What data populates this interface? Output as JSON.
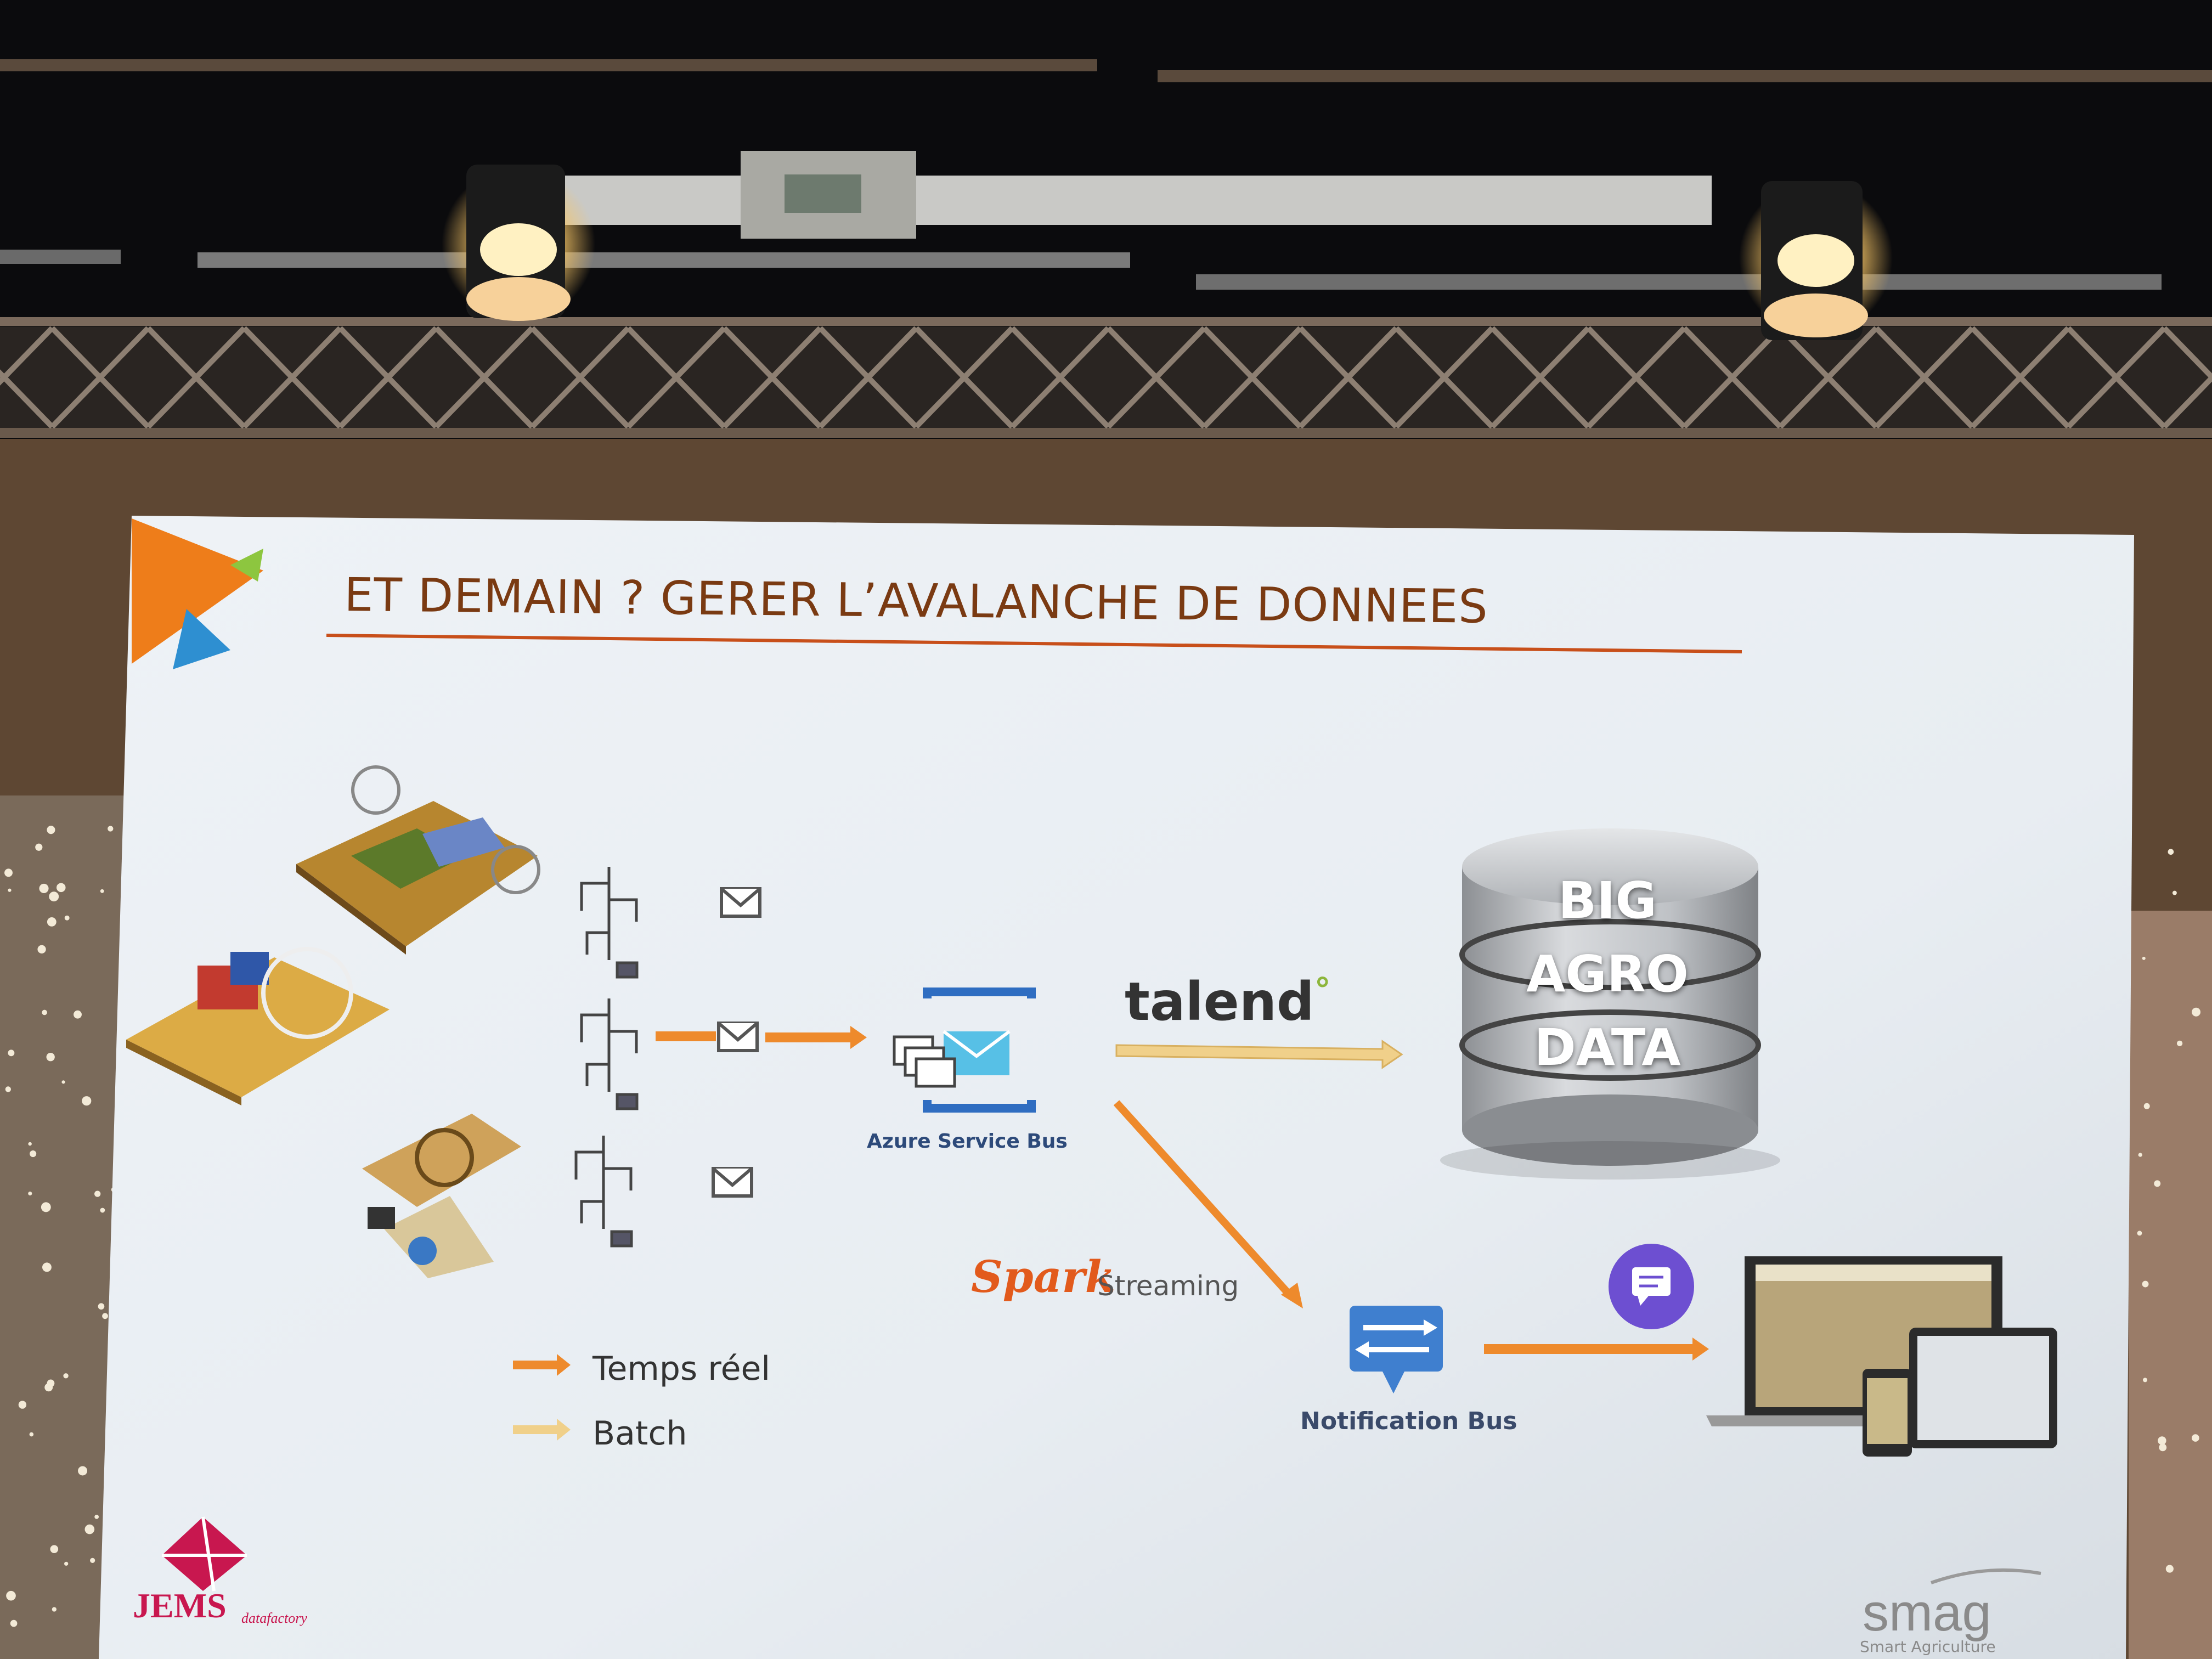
{
  "slide": {
    "title": "ET DEMAIN ? GERER L’AVALANCHE DE DONNEES",
    "database_label": [
      "BIG",
      "AGRO",
      "DATA"
    ],
    "talend": "talend",
    "talend_mark": "°",
    "azure_service_bus": "Azure Service Bus",
    "spark": "Spark",
    "spark_streaming": "Streaming",
    "notification_bus": "Notification Bus",
    "legend": {
      "realtime": "Temps réel",
      "batch": "Batch"
    },
    "logos": {
      "jems": "JEMS",
      "jems_sub": "datafactory",
      "smag": "smag",
      "smag_sub": "Smart Agriculture"
    }
  },
  "colors": {
    "realtime_arrow": "#ee8a2c",
    "batch_arrow": "#f0d08a",
    "title_underline": "#c84f1a",
    "corner_orange": "#ee7d1a",
    "corner_green": "#8dc63f",
    "corner_blue": "#2e8fd1",
    "chat_bubble": "#6d4fd1"
  }
}
